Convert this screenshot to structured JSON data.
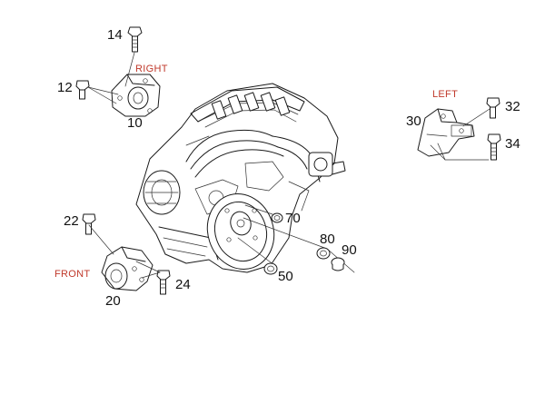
{
  "colors": {
    "line": "#1a1a1a",
    "label": "#111111",
    "side_label": "#c0392b",
    "background": "#ffffff"
  },
  "labels": {
    "right_mount_side": "RIGHT",
    "left_mount_side": "LEFT",
    "front_mount_side": "FRONT"
  },
  "callouts": {
    "p14": "14",
    "p12": "12",
    "p10": "10",
    "p30": "30",
    "p32": "32",
    "p34": "34",
    "p22": "22",
    "p20": "20",
    "p24": "24",
    "p70": "70",
    "p80": "80",
    "p90": "90",
    "p50": "50"
  }
}
